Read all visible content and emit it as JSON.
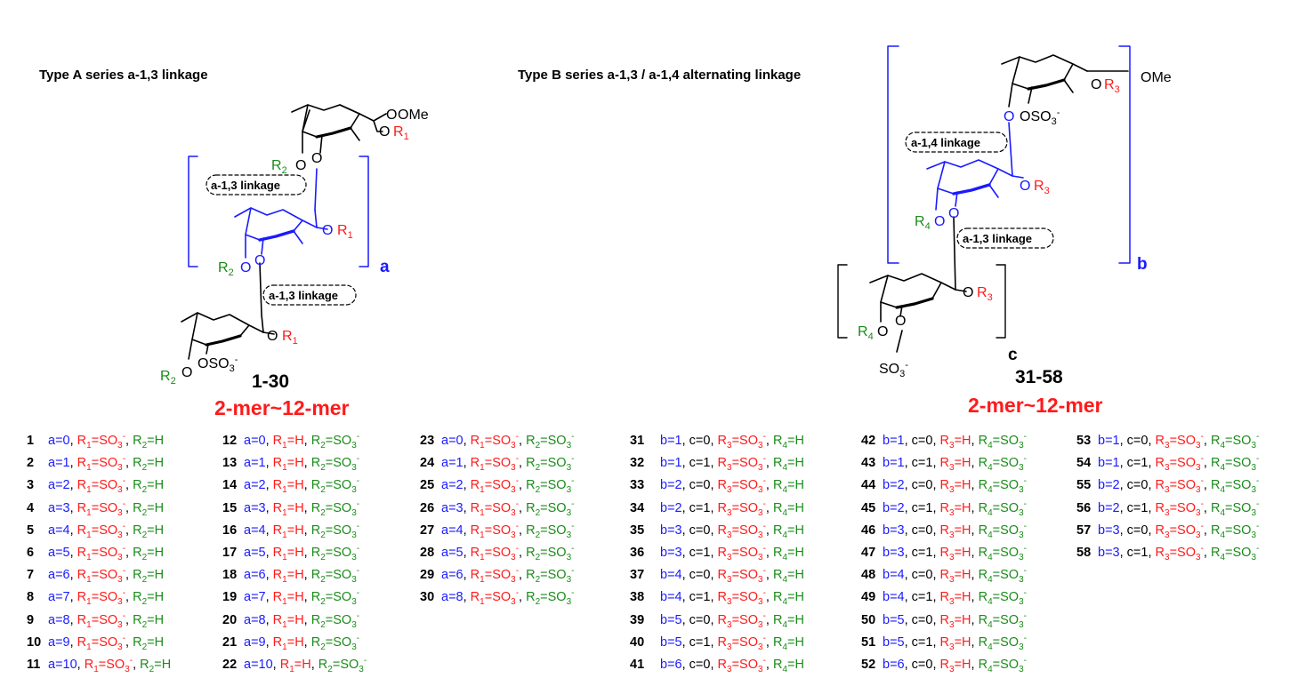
{
  "colors": {
    "blue": "#1a1aff",
    "red": "#ff1a1a",
    "green": "#1a8c1a"
  },
  "headers": {
    "type_a": "Type  A series a-1,3 linkage",
    "type_b": "Type  B series a-1,3 / a-1,4 alternating linkage"
  },
  "structure_a": {
    "linkage_top": "a-1,3 linkage",
    "linkage_bottom": "a-1,3 linkage",
    "repeat_label": "a",
    "range": "1-30",
    "mer": "2-mer~12-mer",
    "methoxy": "OMe",
    "o": "O",
    "r1": "R1",
    "r2": "R2",
    "so3": "SO3"
  },
  "structure_b": {
    "linkage_14": "a-1,4 linkage",
    "linkage_13": "a-1,3 linkage",
    "repeat_b": "b",
    "repeat_c": "c",
    "range": "31-58",
    "mer": "2-mer~12-mer",
    "methoxy": "OMe",
    "o": "O",
    "r3": "R3",
    "r4": "R4",
    "so3": "SO3"
  },
  "compounds": [
    {
      "n": "1",
      "v": "a=0",
      "r1": "SO3-",
      "r2": "H"
    },
    {
      "n": "2",
      "v": "a=1",
      "r1": "SO3-",
      "r2": "H"
    },
    {
      "n": "3",
      "v": "a=2",
      "r1": "SO3-",
      "r2": "H"
    },
    {
      "n": "4",
      "v": "a=3",
      "r1": "SO3-",
      "r2": "H"
    },
    {
      "n": "5",
      "v": "a=4",
      "r1": "SO3-",
      "r2": "H"
    },
    {
      "n": "6",
      "v": "a=5",
      "r1": "SO3-",
      "r2": "H"
    },
    {
      "n": "7",
      "v": "a=6",
      "r1": "SO3-",
      "r2": "H"
    },
    {
      "n": "8",
      "v": "a=7",
      "r1": "SO3-",
      "r2": "H"
    },
    {
      "n": "9",
      "v": "a=8",
      "r1": "SO3-",
      "r2": "H"
    },
    {
      "n": "10",
      "v": "a=9",
      "r1": "SO3-",
      "r2": "H"
    },
    {
      "n": "11",
      "v": "a=10",
      "r1": "SO3-",
      "r2": "H"
    },
    {
      "n": "12",
      "v": "a=0",
      "r1": "H",
      "r2": "SO3-"
    },
    {
      "n": "13",
      "v": "a=1",
      "r1": "H",
      "r2": "SO3-"
    },
    {
      "n": "14",
      "v": "a=2",
      "r1": "H",
      "r2": "SO3-"
    },
    {
      "n": "15",
      "v": "a=3",
      "r1": "H",
      "r2": "SO3-"
    },
    {
      "n": "16",
      "v": "a=4",
      "r1": "H",
      "r2": "SO3-"
    },
    {
      "n": "17",
      "v": "a=5",
      "r1": "H",
      "r2": "SO3-"
    },
    {
      "n": "18",
      "v": "a=6",
      "r1": "H",
      "r2": "SO3-"
    },
    {
      "n": "19",
      "v": "a=7",
      "r1": "H",
      "r2": "SO3-"
    },
    {
      "n": "20",
      "v": "a=8",
      "r1": "H",
      "r2": "SO3-"
    },
    {
      "n": "21",
      "v": "a=9",
      "r1": "H",
      "r2": "SO3-"
    },
    {
      "n": "22",
      "v": "a=10",
      "r1": "H",
      "r2": "SO3-"
    },
    {
      "n": "23",
      "v": "a=0",
      "r1": "SO3-",
      "r2": "SO3-"
    },
    {
      "n": "24",
      "v": "a=1",
      "r1": "SO3-",
      "r2": "SO3-"
    },
    {
      "n": "25",
      "v": "a=2",
      "r1": "SO3-",
      "r2": "SO3-"
    },
    {
      "n": "26",
      "v": "a=3",
      "r1": "SO3-",
      "r2": "SO3-"
    },
    {
      "n": "27",
      "v": "a=4",
      "r1": "SO3-",
      "r2": "SO3-"
    },
    {
      "n": "28",
      "v": "a=5",
      "r1": "SO3-",
      "r2": "SO3-"
    },
    {
      "n": "29",
      "v": "a=6",
      "r1": "SO3-",
      "r2": "SO3-"
    },
    {
      "n": "30",
      "v": "a=8",
      "r1": "SO3-",
      "r2": "SO3-"
    },
    {
      "n": "31",
      "v": "b=1",
      "v2": "c=0",
      "r1": "SO3-",
      "r2": "H"
    },
    {
      "n": "32",
      "v": "b=1",
      "v2": "c=1",
      "r1": "SO3-",
      "r2": "H"
    },
    {
      "n": "33",
      "v": "b=2",
      "v2": "c=0",
      "r1": "SO3-",
      "r2": "H"
    },
    {
      "n": "34",
      "v": "b=2",
      "v2": "c=1",
      "r1": "SO3-",
      "r2": "H"
    },
    {
      "n": "35",
      "v": "b=3",
      "v2": "c=0",
      "r1": "SO3-",
      "r2": "H"
    },
    {
      "n": "36",
      "v": "b=3",
      "v2": "c=1",
      "r1": "SO3-",
      "r2": "H"
    },
    {
      "n": "37",
      "v": "b=4",
      "v2": "c=0",
      "r1": "SO3-",
      "r2": "H"
    },
    {
      "n": "38",
      "v": "b=4",
      "v2": "c=1",
      "r1": "SO3-",
      "r2": "H"
    },
    {
      "n": "39",
      "v": "b=5",
      "v2": "c=0",
      "r1": "SO3-",
      "r2": "H"
    },
    {
      "n": "40",
      "v": "b=5",
      "v2": "c=1",
      "r1": "SO3-",
      "r2": "H"
    },
    {
      "n": "41",
      "v": "b=6",
      "v2": "c=0",
      "r1": "SO3-",
      "r2": "H"
    },
    {
      "n": "42",
      "v": "b=1",
      "v2": "c=0",
      "r1": "H",
      "r2": "SO3-"
    },
    {
      "n": "43",
      "v": "b=1",
      "v2": "c=1",
      "r1": "H",
      "r2": "SO3-"
    },
    {
      "n": "44",
      "v": "b=2",
      "v2": "c=0",
      "r1": "H",
      "r2": "SO3-"
    },
    {
      "n": "45",
      "v": "b=2",
      "v2": "c=1",
      "r1": "H",
      "r2": "SO3-"
    },
    {
      "n": "46",
      "v": "b=3",
      "v2": "c=0",
      "r1": "H",
      "r2": "SO3-"
    },
    {
      "n": "47",
      "v": "b=3",
      "v2": "c=1",
      "r1": "H",
      "r2": "SO3-"
    },
    {
      "n": "48",
      "v": "b=4",
      "v2": "c=0",
      "r1": "H",
      "r2": "SO3-"
    },
    {
      "n": "49",
      "v": "b=4",
      "v2": "c=1",
      "r1": "H",
      "r2": "SO3-"
    },
    {
      "n": "50",
      "v": "b=5",
      "v2": "c=0",
      "r1": "H",
      "r2": "SO3-"
    },
    {
      "n": "51",
      "v": "b=5",
      "v2": "c=1",
      "r1": "H",
      "r2": "SO3-"
    },
    {
      "n": "52",
      "v": "b=6",
      "v2": "c=0",
      "r1": "H",
      "r2": "SO3-"
    },
    {
      "n": "53",
      "v": "b=1",
      "v2": "c=0",
      "r1": "SO3-",
      "r2": "SO3-"
    },
    {
      "n": "54",
      "v": "b=1",
      "v2": "c=1",
      "r1": "SO3-",
      "r2": "SO3-"
    },
    {
      "n": "55",
      "v": "b=2",
      "v2": "c=0",
      "r1": "SO3-",
      "r2": "SO3-"
    },
    {
      "n": "56",
      "v": "b=2",
      "v2": "c=1",
      "r1": "SO3-",
      "r2": "SO3-"
    },
    {
      "n": "57",
      "v": "b=3",
      "v2": "c=0",
      "r1": "SO3-",
      "r2": "SO3-"
    },
    {
      "n": "58",
      "v": "b=3",
      "v2": "c=1",
      "r1": "SO3-",
      "r2": "SO3-"
    }
  ]
}
